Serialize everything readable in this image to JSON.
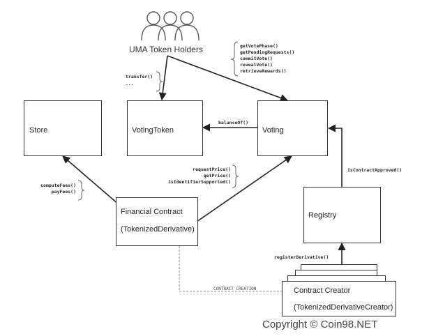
{
  "holders_label": "UMA Token Holders",
  "boxes": {
    "store": "Store",
    "voting_token": "VotingToken",
    "voting": "Voting",
    "financial_contract_1": "Financial Contract",
    "financial_contract_2": "(TokenizedDerivative)",
    "registry": "Registry",
    "contract_creator_1": "Contract Creator",
    "contract_creator_2": "(TokenizedDerivativeCreator)"
  },
  "calls": {
    "holders_to_token": [
      "transfer()",
      "..."
    ],
    "holders_to_voting": [
      "getVotePhase()",
      "getPendingRequests()",
      "commitVote()",
      "revealVote()",
      "retrieveRewards()"
    ],
    "voting_to_token": "balanceOf()",
    "financial_to_voting": [
      "requestPrice()",
      "getPrice()",
      "isIdentifierSupported()"
    ],
    "financial_to_store": [
      "computeFees()",
      "payFees()"
    ],
    "registry_to_voting": "isContractApproved()",
    "creator_to_registry": "registerDerivative()",
    "creator_to_financial": "CONTRACT CREATION"
  },
  "watermark": "Copyright © Coin98.NET"
}
